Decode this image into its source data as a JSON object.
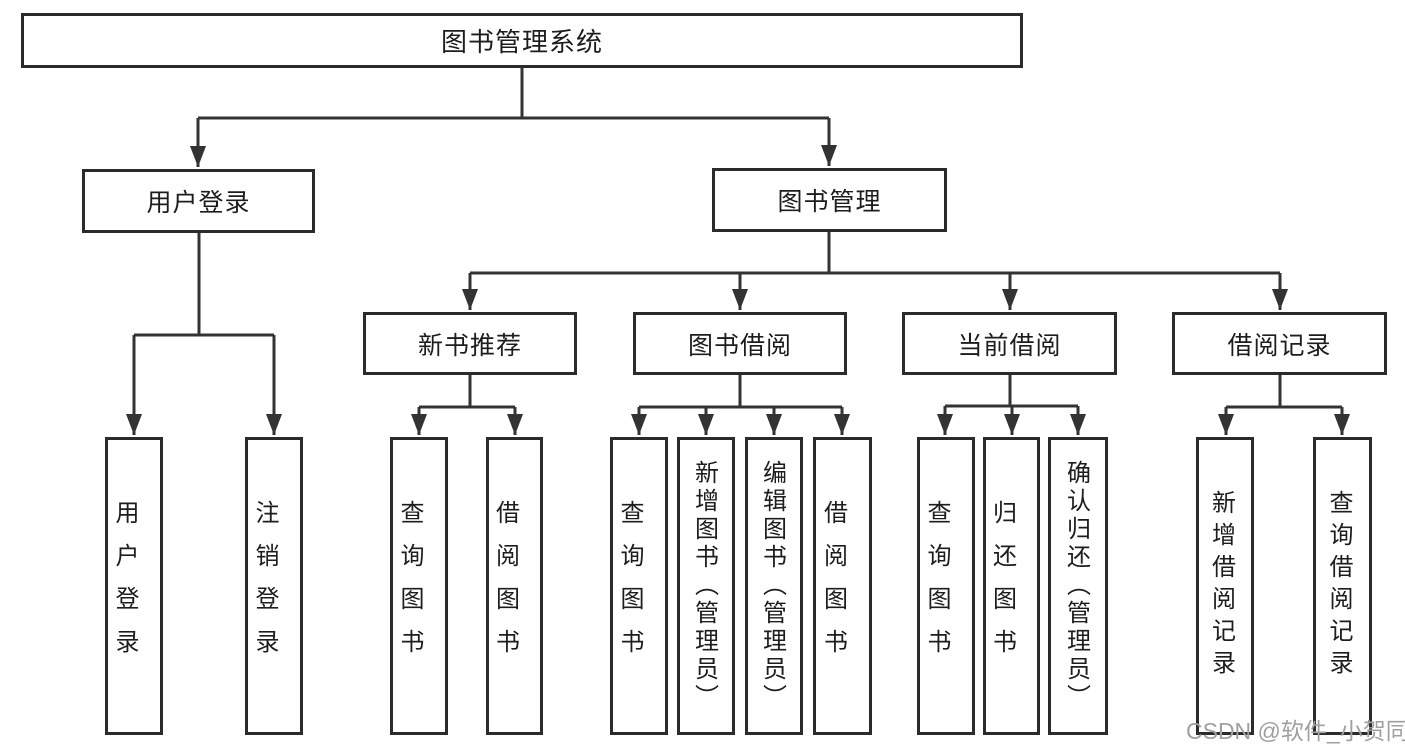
{
  "diagram_title": "图书管理系统",
  "tree": {
    "label": "图书管理系统",
    "children": [
      {
        "label": "用户登录",
        "children": [
          {
            "label": "用户登录"
          },
          {
            "label": "注销登录"
          }
        ]
      },
      {
        "label": "图书管理",
        "children": [
          {
            "label": "新书推荐",
            "children": [
              {
                "label": "查询图书"
              },
              {
                "label": "借阅图书"
              }
            ]
          },
          {
            "label": "图书借阅",
            "children": [
              {
                "label": "查询图书"
              },
              {
                "label": "新增图书（管理员）"
              },
              {
                "label": "编辑图书（管理员）"
              },
              {
                "label": "借阅图书"
              }
            ]
          },
          {
            "label": "当前借阅",
            "children": [
              {
                "label": "查询图书"
              },
              {
                "label": "归还图书"
              },
              {
                "label": "确认归还（管理员）"
              }
            ]
          },
          {
            "label": "借阅记录",
            "children": [
              {
                "label": "新增借阅记录"
              },
              {
                "label": "查询借阅记录"
              }
            ]
          }
        ]
      }
    ]
  },
  "watermark": {
    "text": "CSDN @软件_小贺同学"
  },
  "colors": {
    "line": "#333333",
    "box_border": "#2b2b2b",
    "text": "#1d1d1d",
    "watermark_text": "#a0a0a0",
    "background": "#ffffff"
  }
}
